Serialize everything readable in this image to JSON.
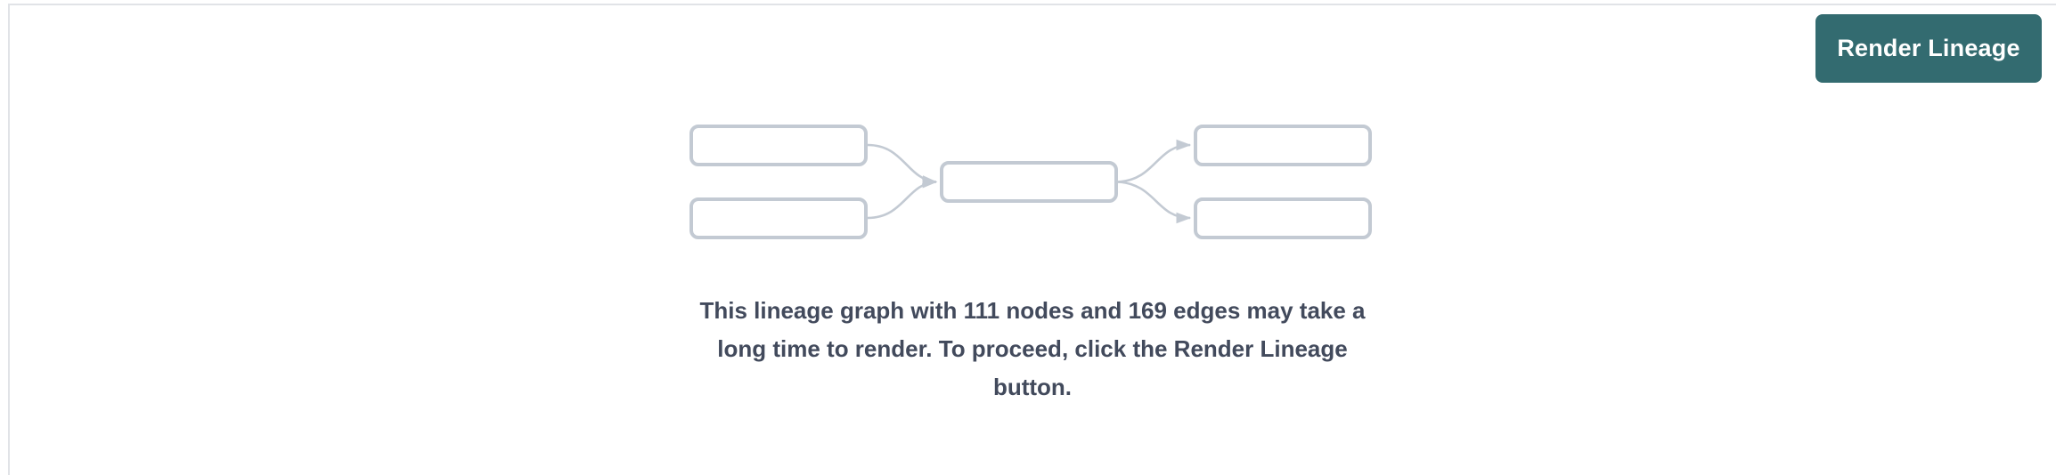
{
  "panel": {
    "background_color": "#ffffff",
    "border_color": "#e1e3e7"
  },
  "action": {
    "render_button_label": "Render Lineage",
    "render_button_color": "#336b70",
    "render_button_text_color": "#ffffff"
  },
  "message": {
    "text": "This lineage graph with 111 nodes and 169 edges may take a long time to render. To proceed, click the Render Lineage button.",
    "color": "#424a5c",
    "node_count": 111,
    "edge_count": 169
  },
  "graph_preview": {
    "node_border_color": "#c3cad3",
    "edge_color": "#c3cad3",
    "nodes": [
      {
        "id": "left-top",
        "label": ""
      },
      {
        "id": "left-bottom",
        "label": ""
      },
      {
        "id": "middle",
        "label": ""
      },
      {
        "id": "right-top",
        "label": ""
      },
      {
        "id": "right-bottom",
        "label": ""
      }
    ],
    "edges": [
      {
        "from": "left-top",
        "to": "middle"
      },
      {
        "from": "left-bottom",
        "to": "middle"
      },
      {
        "from": "middle",
        "to": "right-top"
      },
      {
        "from": "middle",
        "to": "right-bottom"
      }
    ]
  }
}
